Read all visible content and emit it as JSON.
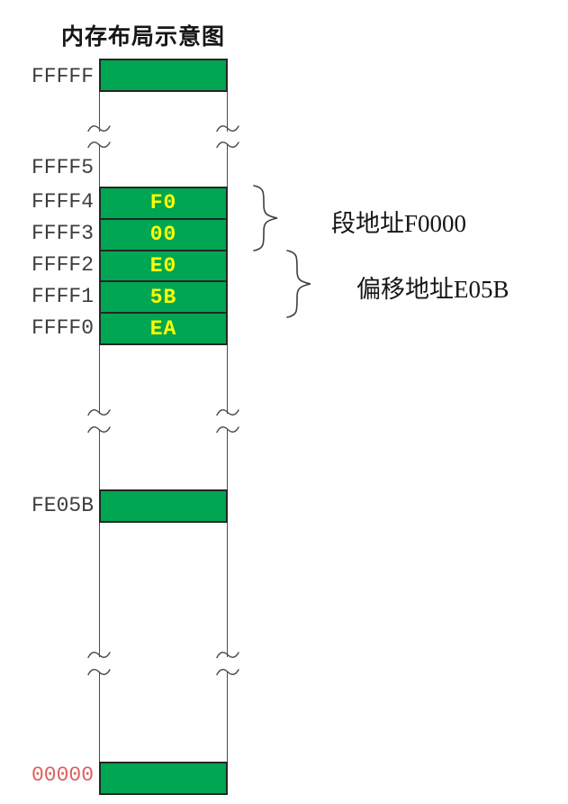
{
  "title": "内存布局示意图",
  "memory_column": {
    "top_block": {
      "address": "FFFFF"
    },
    "boundary_label": "FFFF5",
    "cells": [
      {
        "address": "FFFF4",
        "value": "F0"
      },
      {
        "address": "FFFF3",
        "value": "00"
      },
      {
        "address": "FFFF2",
        "value": "E0"
      },
      {
        "address": "FFFF1",
        "value": "5B"
      },
      {
        "address": "FFFF0",
        "value": "EA"
      }
    ],
    "mid_block": {
      "address": "FE05B"
    },
    "bottom_block": {
      "address": "00000"
    }
  },
  "annotations": {
    "segment": {
      "label": "段地址F0000"
    },
    "offset": {
      "label": "偏移地址E05B"
    }
  },
  "colors": {
    "block_green": "#00A651",
    "value_yellow": "#FFFF00",
    "address_text": "#3D3D3D",
    "zero_address_red": "#DE5F5F",
    "line_gray": "#4A4A4A",
    "border_black": "#262626"
  }
}
